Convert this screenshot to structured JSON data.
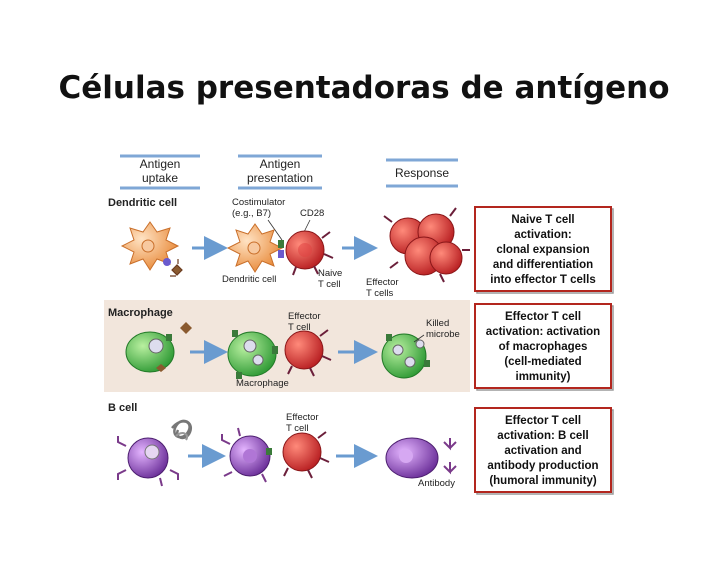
{
  "slide": {
    "title": "Células presentadoras de antígeno"
  },
  "columns": {
    "uptake": [
      "Antigen",
      "uptake"
    ],
    "presentation": [
      "Antigen",
      "presentation"
    ],
    "response": "Response"
  },
  "rows": {
    "dendritic": {
      "name": "Dendritic cell",
      "costimulator": [
        "Costimulator",
        "(e.g., B7)"
      ],
      "cd28": "CD28",
      "dendritic_label": "Dendritic cell",
      "naive": [
        "Naive",
        "T cell"
      ],
      "effector": [
        "Effector",
        "T cells"
      ],
      "outcome": [
        "Naive T cell",
        "activation:",
        "clonal expansion",
        "and differentiation",
        "into effector T cells"
      ]
    },
    "macrophage": {
      "name": "Macrophage",
      "effector": [
        "Effector",
        "T cell"
      ],
      "killed": [
        "Killed",
        "microbe"
      ],
      "macrophage_label": "Macrophage",
      "outcome": [
        "Effector T cell",
        "activation: activation",
        "of macrophages",
        "(cell-mediated",
        "immunity)"
      ]
    },
    "bcell": {
      "name": "B cell",
      "effector": [
        "Effector",
        "T cell"
      ],
      "antibody": "Antibody",
      "outcome": [
        "Effector T cell",
        "activation: B cell",
        "activation and",
        "antibody production",
        "(humoral immunity)"
      ]
    }
  },
  "colors": {
    "dendritic": "#f0a055",
    "tcell": "#cc2e2e",
    "macrophage": "#3fae3f",
    "bcell": "#8a4cb0",
    "arrow": "#6a9bd0",
    "band": "#f2e6dc"
  }
}
